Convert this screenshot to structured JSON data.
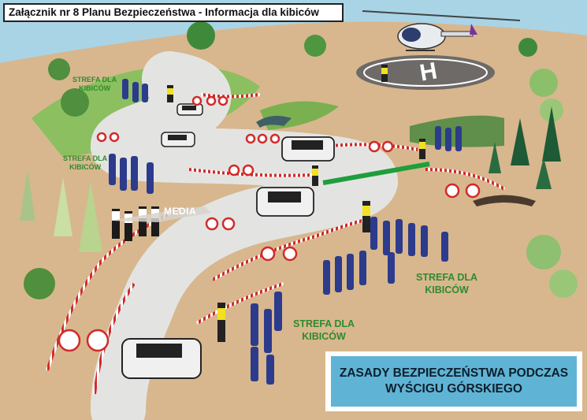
{
  "title": "Załącznik nr 8 Planu Bezpieczeństwa - Informacja dla kibiców",
  "zones": [
    {
      "label_line1": "STREFA DLA",
      "label_line2": "KIBICÓW"
    },
    {
      "label_line1": "STREFA DLA",
      "label_line2": "KIBICÓW"
    },
    {
      "label_line1": "STREFA DLA",
      "label_line2": "KIBICÓW"
    },
    {
      "label_line1": "STREFA DLA",
      "label_line2": "KIBICÓW"
    }
  ],
  "media_label": "MEDIA",
  "helipad_letter": "H",
  "info": {
    "line1": "ZASADY BEZPIECZEŃSTWA PODCZAS",
    "line2": "WYŚCIGU GÓRSKIEGO"
  },
  "colors": {
    "sky": "#a9d4e6",
    "ground": "#d8b78e",
    "grass": "#6fa84a",
    "road": "#f1f2f0",
    "tape": "#d22a2a",
    "zone_text": "#2e8b2e",
    "info_bg": "#5fb4d6"
  }
}
